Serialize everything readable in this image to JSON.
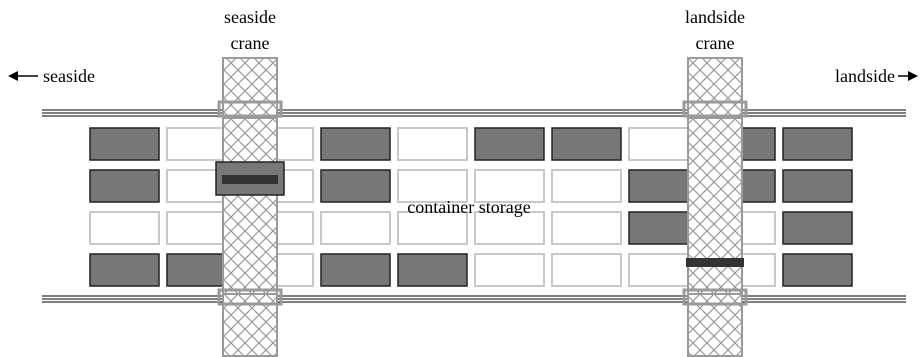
{
  "labels": {
    "seaside_crane_line1": "seaside",
    "seaside_crane_line2": "crane",
    "landside_crane_line1": "landside",
    "landside_crane_line2": "crane",
    "seaside_direction": "seaside",
    "landside_direction": "landside",
    "storage": "container storage"
  },
  "storage_grid": {
    "rows": 4,
    "columns": 10,
    "occupied": [
      [
        1,
        0,
        0,
        1,
        0,
        1,
        1,
        0,
        1,
        1
      ],
      [
        1,
        0,
        0,
        1,
        0,
        0,
        0,
        1,
        1,
        1
      ],
      [
        0,
        0,
        0,
        0,
        0,
        0,
        0,
        1,
        0,
        1
      ],
      [
        1,
        1,
        0,
        1,
        1,
        0,
        0,
        0,
        0,
        1
      ]
    ]
  },
  "colors": {
    "occupied_fill": "#777777",
    "occupied_stroke": "#222222",
    "empty_stroke": "#c8c8c8",
    "crane_stroke": "#9a9a9a",
    "rail": "#000000"
  },
  "icons": {
    "seaside_arrow": "arrow-left-icon",
    "landside_arrow": "arrow-right-icon",
    "crane_pattern": "crosshatch"
  }
}
